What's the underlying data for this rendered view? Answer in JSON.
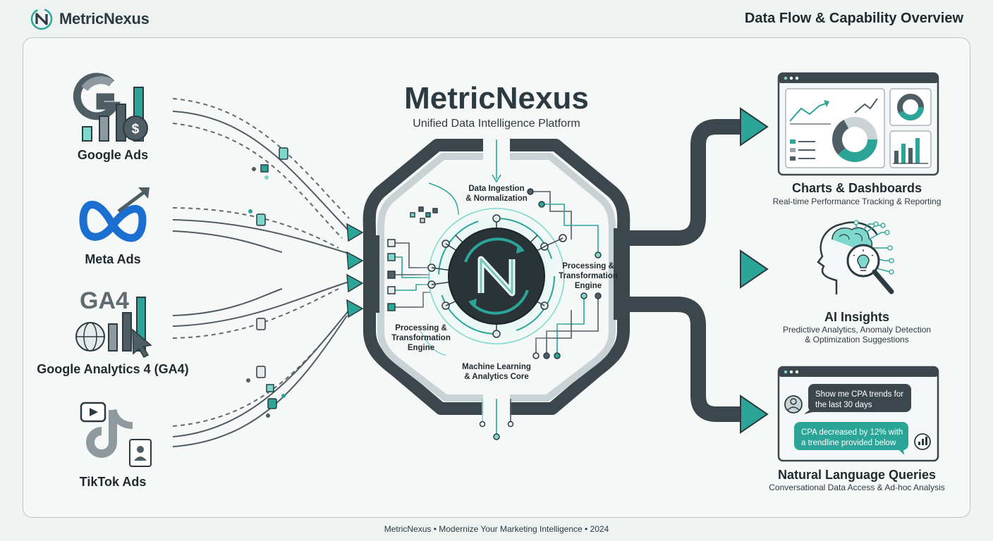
{
  "header": {
    "brand": "MetricNexus",
    "title": "Data Flow & Capability Overview"
  },
  "sources": [
    {
      "label": "Google Ads",
      "icon": "google-ads-icon"
    },
    {
      "label": "Meta Ads",
      "icon": "meta-icon"
    },
    {
      "label": "Google Analytics 4 (GA4)",
      "icon": "ga4-icon",
      "icon_text": "GA4"
    },
    {
      "label": "TikTok Ads",
      "icon": "tiktok-icon"
    }
  ],
  "hub": {
    "title": "MetricNexus",
    "subtitle": "Unified Data Intelligence Platform",
    "stages": {
      "ingestion": [
        "Data Ingestion",
        "& Normalization"
      ],
      "processing_right": [
        "Processing &",
        "Transformation",
        "Engine"
      ],
      "processing_left": [
        "Processing &",
        "Transformation",
        "Engine"
      ],
      "ml": [
        "Machine Learning",
        "& Analytics Core"
      ]
    }
  },
  "outputs": [
    {
      "title": "Charts & Dashboards",
      "subtitle": [
        "Real-time Performance Tracking & Reporting"
      ],
      "icon": "dashboard-icon"
    },
    {
      "title": "AI Insights",
      "subtitle": [
        "Predictive Analytics, Anomaly Detection",
        "& Optimization Suggestions"
      ],
      "icon": "ai-brain-icon"
    },
    {
      "title": "Natural Language Queries",
      "subtitle": [
        "Conversational Data Access & Ad-hoc Analysis"
      ],
      "icon": "chat-icon"
    }
  ],
  "chat": {
    "user_message": [
      "Show me CPA trends for",
      "the last 30 days"
    ],
    "bot_message": [
      "CPA decreased by 12% with",
      "a trendline provided below"
    ]
  },
  "footer": "MetricNexus • Modernize Your Marketing Intelligence • 2024",
  "colors": {
    "teal": "#2ba597",
    "dark": "#3c474d",
    "accent_light": "#7fd8cc"
  }
}
